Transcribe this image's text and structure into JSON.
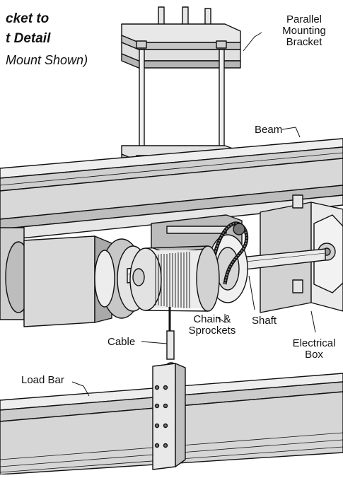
{
  "title": {
    "line1": "cket to",
    "line2": "t Detail",
    "line3": "Mount Shown)"
  },
  "labels": {
    "bracket_line1": "Parallel",
    "bracket_line2": "Mounting",
    "bracket_line3": "Bracket",
    "beam": "Beam",
    "chain_line1": "Chain &",
    "chain_line2": "Sprockets",
    "shaft": "Shaft",
    "box_line1": "Electrical",
    "box_line2": "Box",
    "cable": "Cable",
    "loadbar": "Load Bar"
  },
  "colors": {
    "outline": "#111111",
    "steel_light": "#d9d9d9",
    "steel_mid": "#bdbdbd",
    "steel_dark": "#8c8c8c",
    "white": "#ffffff"
  }
}
